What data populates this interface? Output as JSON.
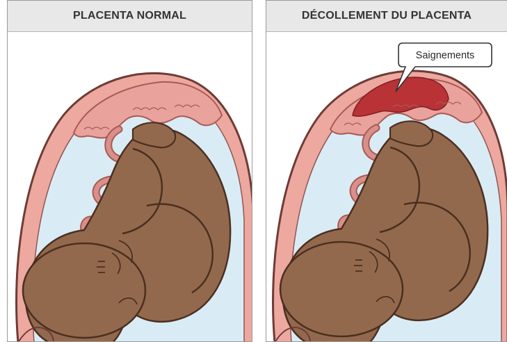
{
  "panels": [
    {
      "title": "PLACENTA NORMAL"
    },
    {
      "title": "DÉCOLLEMENT DU PLACENTA",
      "callout": "Saignements"
    }
  ],
  "colors": {
    "uterus_wall": "#eda8a0",
    "uterus_outline": "#6e3b36",
    "amniotic_fluid": "#d9ecf6",
    "placenta": "#e9a39c",
    "placenta_edge": "#a85a54",
    "umbilical_cord": "#d98f8a",
    "fetus_skin": "#93694d",
    "fetus_outline": "#4a2f20",
    "bleeding": "#b83236",
    "header_bg": "#e8e8e8",
    "header_text": "#333333"
  }
}
